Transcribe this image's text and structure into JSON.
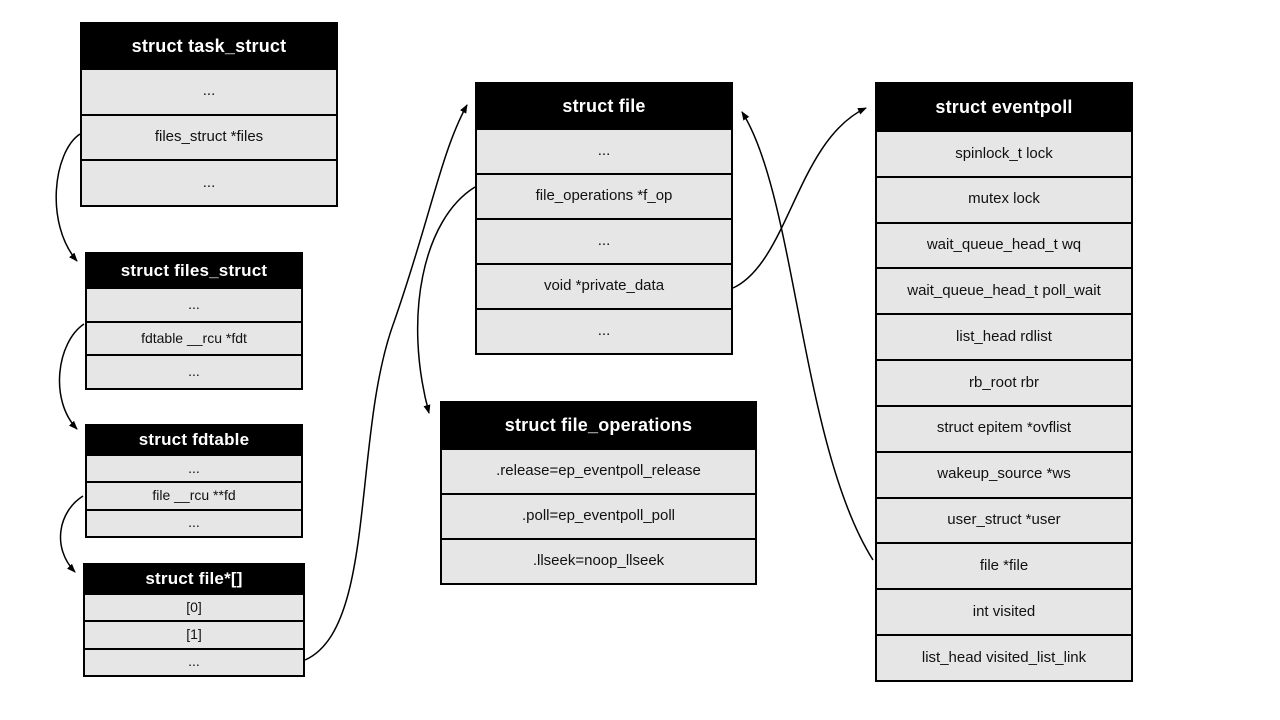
{
  "diagram": {
    "colors": {
      "header_bg": "#000000",
      "header_text": "#ffffff",
      "row_bg": "#e6e6e6",
      "border": "#000000",
      "arrow": "#000000",
      "canvas_bg": "#ffffff"
    },
    "boxes": {
      "task_struct": {
        "title": "struct task_struct",
        "rows": [
          "...",
          "files_struct *files",
          "..."
        ]
      },
      "files_struct": {
        "title": "struct files_struct",
        "rows": [
          "...",
          "fdtable __rcu *fdt",
          "..."
        ]
      },
      "fdtable": {
        "title": "struct fdtable",
        "rows": [
          "...",
          "file __rcu **fd",
          "..."
        ]
      },
      "file_array": {
        "title": "struct file*[]",
        "rows": [
          "[0]",
          "[1]",
          "..."
        ]
      },
      "file": {
        "title": "struct file",
        "rows": [
          "...",
          "file_operations *f_op",
          "...",
          "void *private_data",
          "..."
        ]
      },
      "file_operations": {
        "title": "struct file_operations",
        "rows": [
          ".release=ep_eventpoll_release",
          ".poll=ep_eventpoll_poll",
          ".llseek=noop_llseek"
        ]
      },
      "eventpoll": {
        "title": "struct eventpoll",
        "rows": [
          "spinlock_t lock",
          "mutex lock",
          "wait_queue_head_t wq",
          "wait_queue_head_t poll_wait",
          "list_head rdlist",
          "rb_root rbr",
          "struct epitem *ovflist",
          "wakeup_source *ws",
          "user_struct *user",
          "file *file",
          "int visited",
          "list_head visited_list_link"
        ]
      }
    },
    "arrows": [
      {
        "from": "task_struct: files_struct *files",
        "to": "files_struct"
      },
      {
        "from": "files_struct: fdtable __rcu *fdt",
        "to": "fdtable"
      },
      {
        "from": "fdtable: file __rcu **fd",
        "to": "file_array"
      },
      {
        "from": "file_array: ...",
        "to": "file"
      },
      {
        "from": "file: file_operations *f_op",
        "to": "file_operations"
      },
      {
        "from": "file: void *private_data",
        "to": "eventpoll"
      },
      {
        "from": "eventpoll: file *file",
        "to": "file"
      }
    ]
  }
}
